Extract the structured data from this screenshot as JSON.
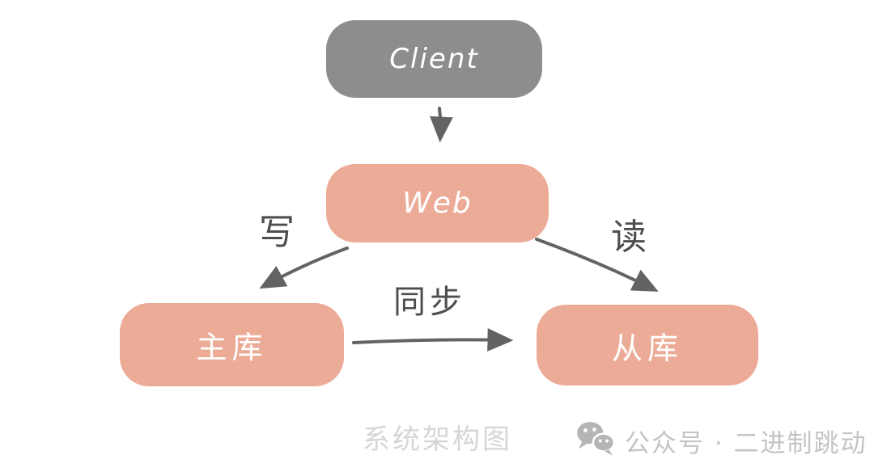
{
  "diagram": {
    "nodes": {
      "client": {
        "label": "Client"
      },
      "web": {
        "label": "Web"
      },
      "master": {
        "label": "主库"
      },
      "slave": {
        "label": "从库"
      }
    },
    "edge_labels": {
      "write": "写",
      "read": "读",
      "sync": "同步"
    },
    "edges": [
      {
        "from": "client",
        "to": "web",
        "label": ""
      },
      {
        "from": "web",
        "to": "master",
        "label": "写"
      },
      {
        "from": "web",
        "to": "slave",
        "label": "读"
      },
      {
        "from": "master",
        "to": "slave",
        "label": "同步"
      }
    ]
  },
  "footer": {
    "caption": "系统架构图",
    "account": "公众号 · 二进制跳动"
  },
  "colors": {
    "client_box": "#8d8d8d",
    "service_box": "#ecab96",
    "box_text": "#ffffff",
    "arrow": "#636363",
    "edge_label": "#4e4e4e",
    "caption": "#d6d6d6",
    "footer_text": "#c4c4c4",
    "wechat_icon": "#b5b5b5",
    "background": "#ffffff"
  }
}
